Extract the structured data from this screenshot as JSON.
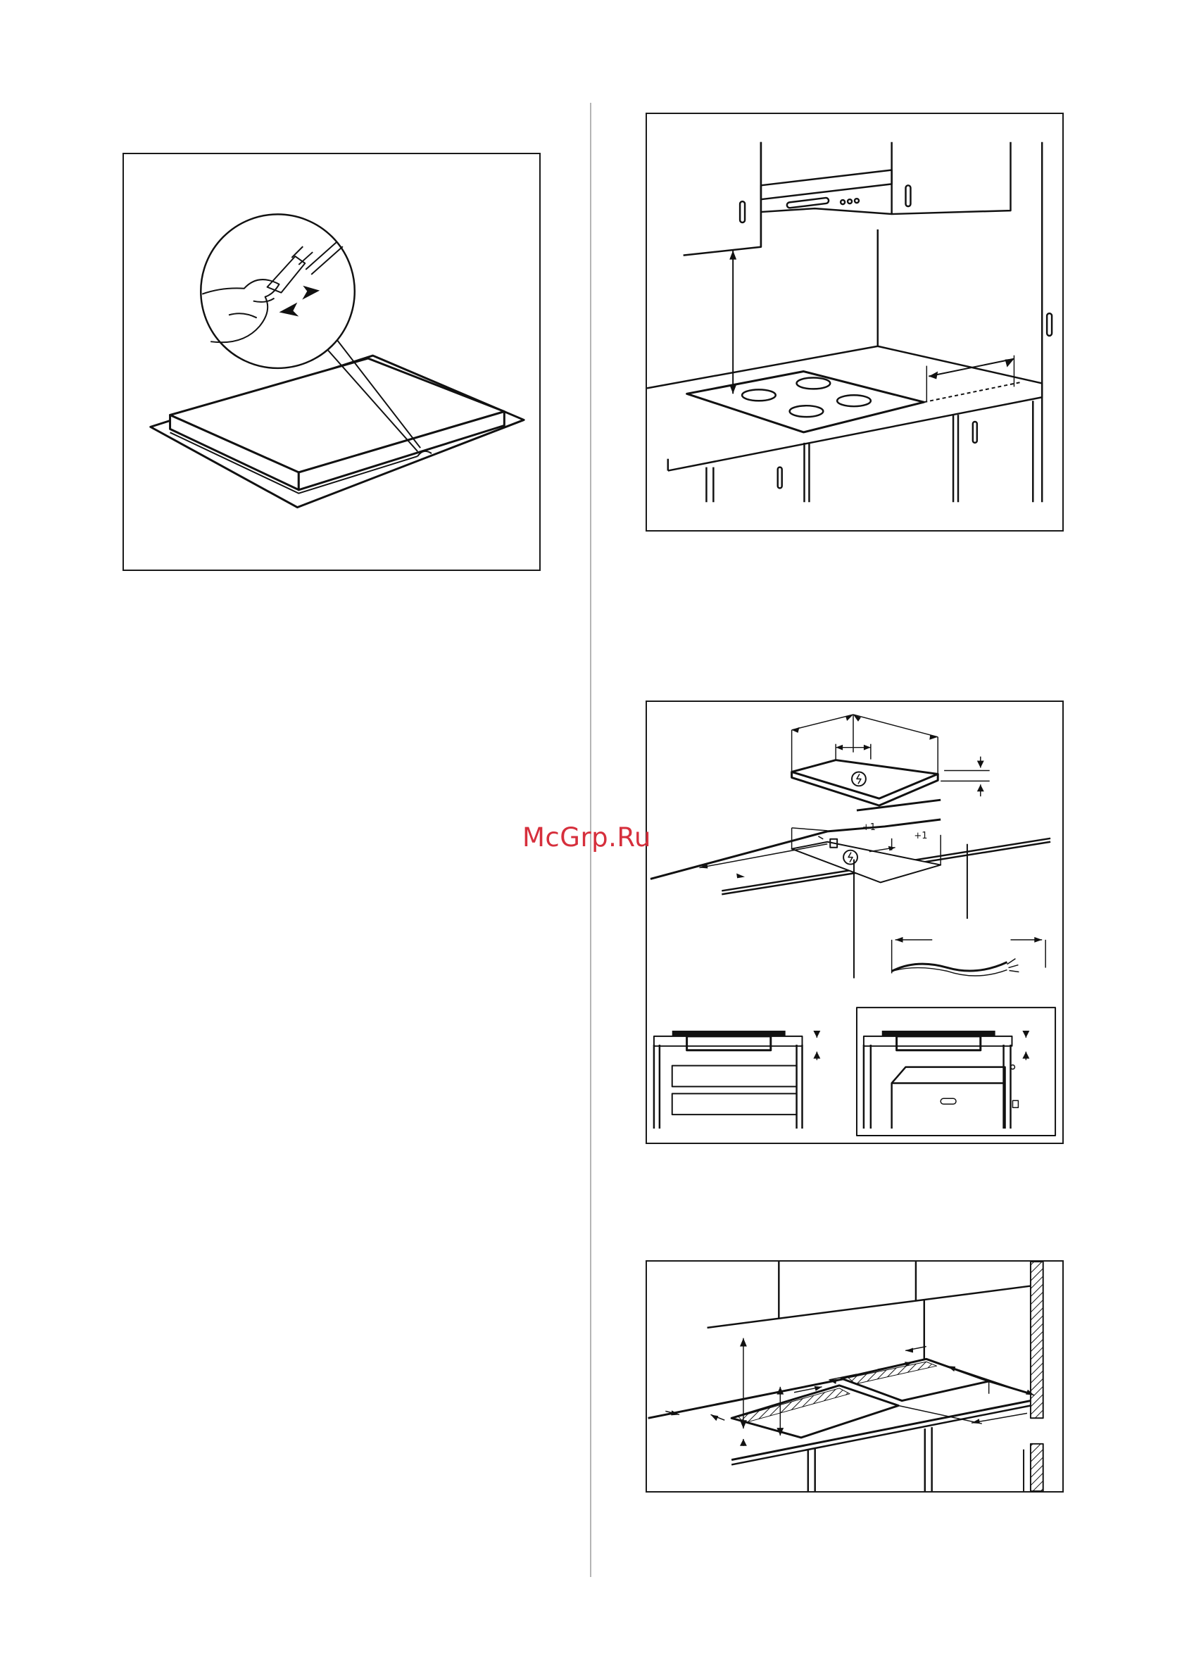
{
  "watermark": {
    "text": "McGrp.Ru",
    "color": "#d62f3c"
  },
  "figures": [
    {
      "id": "sealing-strip",
      "labels": []
    },
    {
      "id": "hood-clearance",
      "labels": []
    },
    {
      "id": "cutout-dimensions",
      "labels": [
        "+1",
        "+1"
      ]
    },
    {
      "id": "two-hobs-layout",
      "labels": []
    }
  ]
}
